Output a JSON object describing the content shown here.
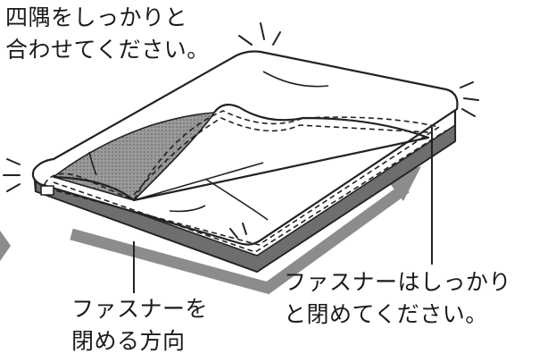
{
  "notes": {
    "corners": [
      "四隅をしっかりと",
      "合わせてください。"
    ],
    "direction": [
      "ファスナーを",
      "閉める方向"
    ],
    "zipper": [
      "ファスナーはしっかり",
      "と閉めてください。"
    ]
  },
  "colors": {
    "outline": "#222222",
    "direction_arrow": "#8c8c8c",
    "pad_gray": "#6e6e6e"
  },
  "icons": [
    "direction-arrow-icon",
    "corner-sparkle-icon"
  ]
}
